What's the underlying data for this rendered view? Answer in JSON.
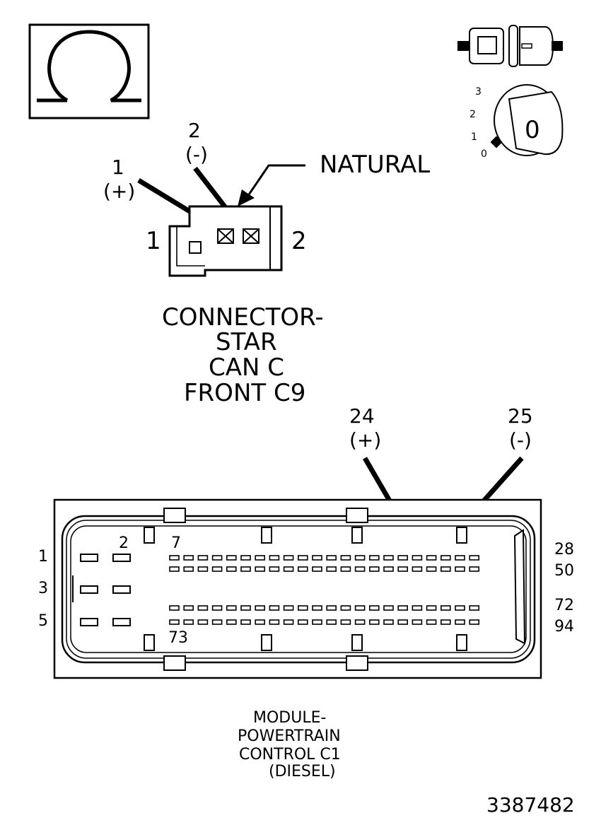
{
  "ohm_symbol": "Ω",
  "ignition_positions": [
    "3",
    "2",
    "1",
    "0"
  ],
  "ignition_key_label": "0",
  "star_connector": {
    "pin1_number": "1",
    "pin1_polarity": "(+)",
    "pin2_number": "2",
    "pin2_polarity": "(-)",
    "color_label": "NATURAL",
    "side_label_left": "1",
    "side_label_right": "2",
    "caption_lines": [
      "CONNECTOR-",
      "STAR",
      "CAN C",
      "FRONT C9"
    ]
  },
  "pcm_connector": {
    "pin24_number": "24",
    "pin24_polarity": "(+)",
    "pin25_number": "25",
    "pin25_polarity": "(-)",
    "left_labels": [
      "1",
      "3",
      "5"
    ],
    "inner_labels": [
      "2",
      "7",
      "73"
    ],
    "right_labels": [
      "28",
      "50",
      "72",
      "94"
    ],
    "caption_lines": [
      "MODULE-",
      "POWERTRAIN",
      "CONTROL C1",
      "(DIESEL)"
    ]
  },
  "figure_id": "3387482"
}
